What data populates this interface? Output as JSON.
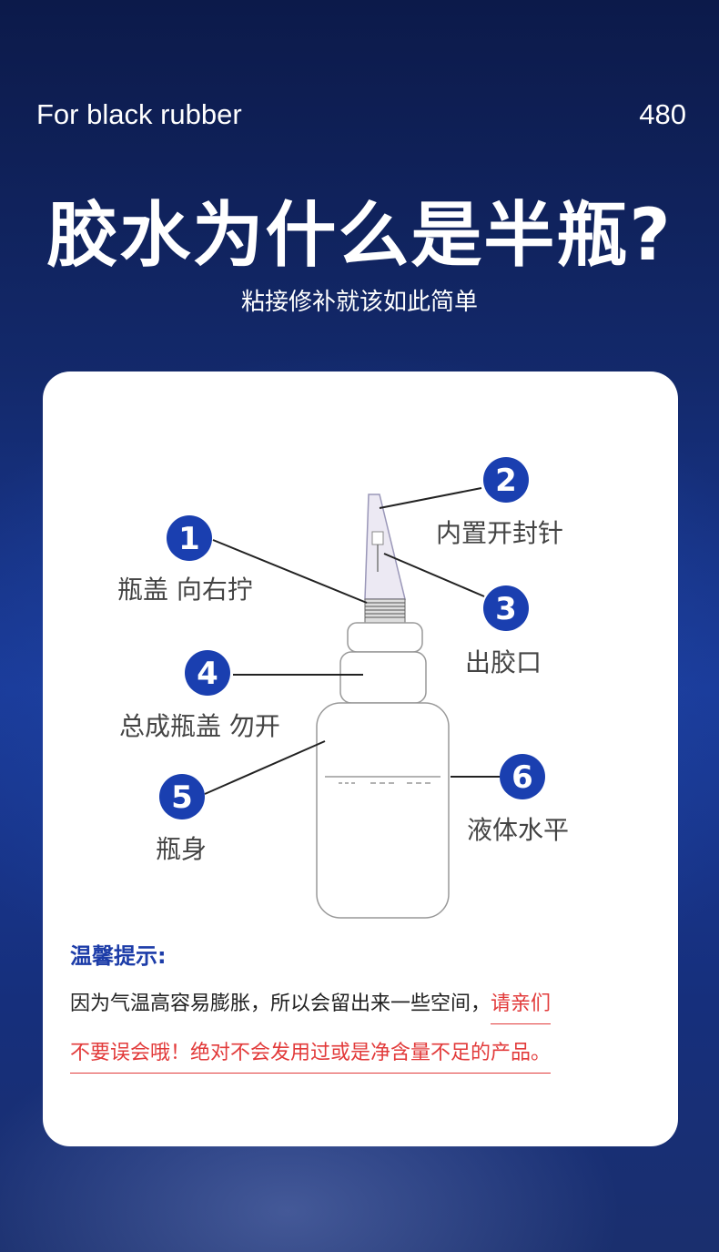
{
  "header": {
    "left_text": "For black rubber",
    "right_text": "480",
    "headline": "胶水为什么是半瓶?",
    "subline": "粘接修补就该如此简单"
  },
  "diagram": {
    "badges": [
      {
        "num": "1",
        "label": "瓶盖 向右拧"
      },
      {
        "num": "2",
        "label": "内置开封针"
      },
      {
        "num": "3",
        "label": "出胶口"
      },
      {
        "num": "4",
        "label": "总成瓶盖 勿开"
      },
      {
        "num": "5",
        "label": "瓶身"
      },
      {
        "num": "6",
        "label": "液体水平"
      }
    ],
    "badge_color": "#1a3fb0"
  },
  "tips": {
    "title": "温馨提示:",
    "line1_black": "因为气温高容易膨胀，所以会留出来一些空间，",
    "line1_red": "请亲们",
    "line2_red": "不要误会哦！绝对不会发用过或是净含量不足的产品。",
    "accent_color": "#e23a3a"
  }
}
